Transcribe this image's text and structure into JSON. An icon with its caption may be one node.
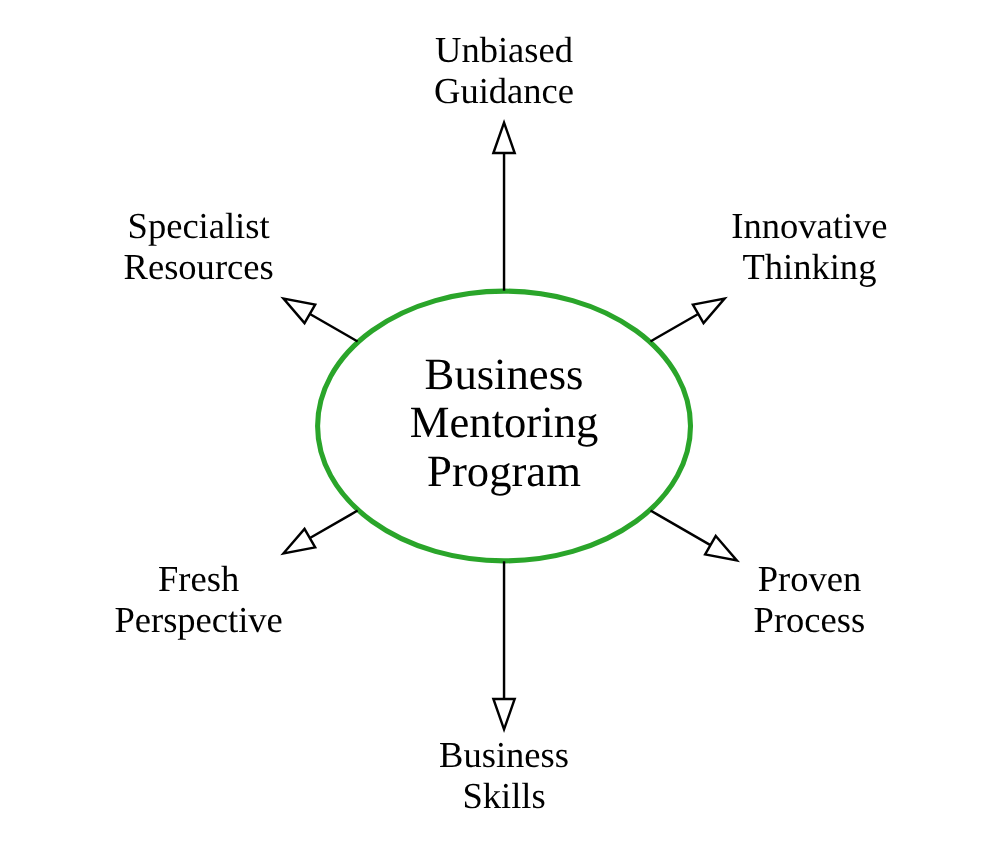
{
  "diagram": {
    "nodes": [
      {
        "text": [
          "Business Mentoring Program"
        ]
      },
      {
        "text": [
          "Innovative Thinking"
        ]
      },
      {
        "text": [
          "Unbiased Guidance"
        ]
      },
      {
        "text": [
          "Specialist Resources"
        ]
      },
      {
        "text": [
          "Fresh Perspective"
        ]
      },
      {
        "text": [
          "Business Skills"
        ]
      },
      {
        "text": [
          "Proven Process"
        ]
      }
    ],
    "edges": [
      {
        "from": 0,
        "to": 1,
        "arrow": "to"
      },
      {
        "from": 0,
        "to": 2,
        "arrow": "to"
      },
      {
        "from": 0,
        "to": 3,
        "arrow": "to"
      },
      {
        "from": 0,
        "to": 4,
        "arrow": "to"
      },
      {
        "from": 0,
        "to": 5,
        "arrow": "to"
      },
      {
        "from": 0,
        "to": 6,
        "arrow": "to"
      }
    ]
  }
}
